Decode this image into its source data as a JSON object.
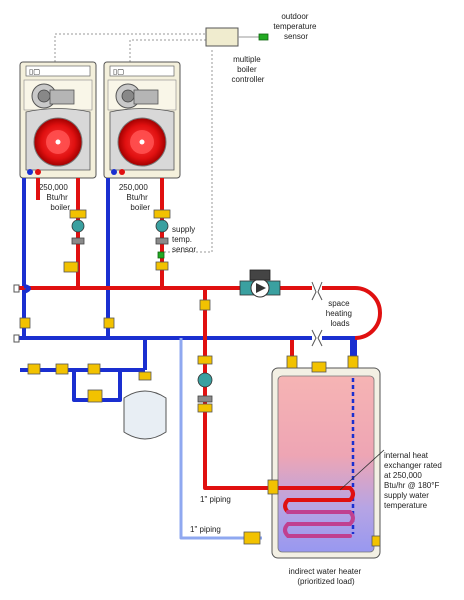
{
  "labels": {
    "outdoor_sensor": [
      "outdoor",
      "temperature",
      "sensor"
    ],
    "controller": [
      "multiple",
      "boiler",
      "controller"
    ],
    "boiler_left": [
      "250,000",
      "Btu/hr",
      "boiler"
    ],
    "boiler_right": [
      "250,000",
      "Btu/hr",
      "boiler"
    ],
    "supply_sensor": [
      "supply",
      "temp.",
      "sensor"
    ],
    "space_loads": [
      "space",
      "heating",
      "loads"
    ],
    "exchanger_note": [
      "internal heat",
      "exchanger rated",
      "at 250,000",
      "Btu/hr @ 180°F",
      "supply water",
      "temperature"
    ],
    "piping_upper": "1\" piping",
    "piping_lower": "1\" piping",
    "heater": [
      "indirect water heater",
      "(prioritized load)"
    ]
  },
  "colors": {
    "hot_pipe": "#e01010",
    "cold_pipe": "#1a2fd0",
    "return_light": "#8fa8f0",
    "brass": "#f2c200",
    "pump": "#3aa0a0",
    "sensor": "#22aa22"
  }
}
